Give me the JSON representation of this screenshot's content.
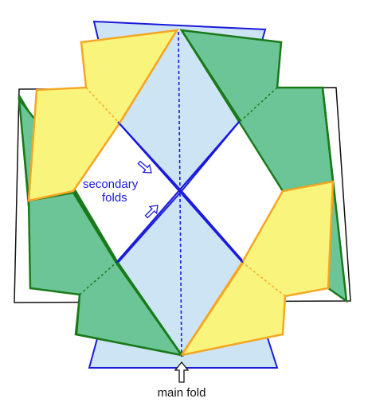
{
  "labels": {
    "secondary_line1": "secondary",
    "secondary_line2": "folds",
    "main_fold": "main fold"
  },
  "colors": {
    "blue_fill": "#cce4f4",
    "blue_stroke": "#1a1adc",
    "green_fill": "#6cc596",
    "green_stroke": "#1a7a1a",
    "yellow_fill": "#f8f47c",
    "yellow_stroke": "#f5a623",
    "outline": "#111111"
  },
  "icons": {
    "secondary_arrows": "hollow-arrow-icon",
    "main_arrow": "hollow-up-arrow-icon"
  }
}
